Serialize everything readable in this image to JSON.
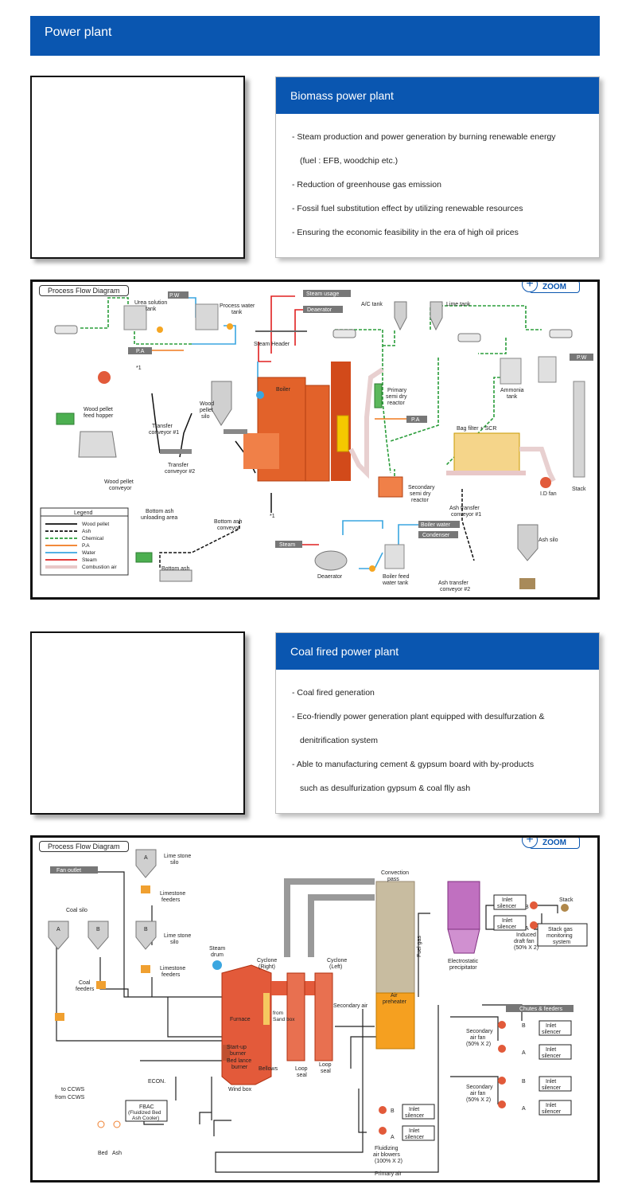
{
  "header": {
    "title": "Power plant"
  },
  "biomass": {
    "heading": "Biomass power plant",
    "bullets": [
      "- Steam production and power generation by burning renewable energy",
      "(fuel : EFB, woodchip etc.)",
      "- Reduction of greenhouse gas emission",
      "- Fossil fuel substitution effect by utilizing renewable resources",
      "- Ensuring the economic feasibility in the era of high oil prices"
    ],
    "diagram": {
      "label": "Process Flow Diagram",
      "zoom": "ZOOM",
      "labels": {
        "pw1": "P.W",
        "urea": "Urea solution",
        "urea2": "tank",
        "process_water": "Process water",
        "process_water2": "tank",
        "steam_usage": "Steam usage",
        "deaerator_top": "Deaerator",
        "steam_header": "Steam Header",
        "ac_tank": "A/C tank",
        "lime_tank": "Lime tank",
        "pa1": "P.A",
        "boiler": "Boiler",
        "primary": "Primary",
        "semi_dry": "semi dry",
        "reactor": "reactor",
        "ammonia": "Ammonia",
        "ammonia2": "tank",
        "pw2": "P.W",
        "pa2": "P.A",
        "bag_filter": "Bag filter + SCR",
        "wood_feed": "Wood pellet",
        "wood_feed2": "feed hopper",
        "transfer1": "Transfer",
        "transfer1b": "conveyor #1",
        "transfer2": "Transfer",
        "transfer2b": "conveyor #2",
        "wood_silo": "Wood",
        "wood_silo2": "pellet",
        "wood_silo3": "silo",
        "wood_conveyor": "Wood pellet",
        "wood_conveyor2": "conveyor",
        "secondary": "Secondary",
        "secondary2": "semi dry",
        "secondary3": "reactor",
        "id_fan": "I.D fan",
        "stack": "Stack",
        "ash_transfer1": "Ash transfer",
        "ash_transfer1b": "conveyor #1",
        "ash_silo": "Ash silo",
        "ash_transfer2": "Ash transfer",
        "ash_transfer2b": "conveyor #2",
        "bottom_unload": "Bottom ash",
        "bottom_unload2": "unloading area",
        "bottom_conv": "Bottom ash",
        "bottom_conv2": "conveyor",
        "bottom_ash": "Bottom ash",
        "boiler_water": "Boiler water",
        "condenser": "Condenser",
        "steam_in": "Steam",
        "deaerator": "Deaerator",
        "boiler_feed": "Boiler feed",
        "boiler_feed2": "water tank",
        "star1": "*1",
        "star2": "*1"
      },
      "legend": {
        "title": "Legend",
        "items": [
          "Wood pellet",
          "Ash",
          "Chemical",
          "P.A",
          "Water",
          "Steam",
          "Combustion air"
        ],
        "colors": [
          "#111111",
          "#111111",
          "#2a9d3a",
          "#f07a1e",
          "#3aa6e0",
          "#e02020",
          "#e8c8c8"
        ]
      }
    }
  },
  "coal": {
    "heading": "Coal fired power plant",
    "bullets": [
      "- Coal fired generation",
      "- Eco-friendly power generation plant equipped with desulfurzation &",
      "denitrification system",
      "- Able to manufacturing cement & gypsum board with by-products",
      "such as desulfurization gypsum & coal flly ash"
    ],
    "diagram": {
      "label": "Process Flow Diagram",
      "zoom": "ZOOM",
      "labels": {
        "fan_outlet": "Fan outlet",
        "lime_silo_top": "Lime stone",
        "lime_silo_top2": "silo",
        "limestone_feeders_top": "Limestone",
        "limestone_feeders_top2": "feeders",
        "coal_silo": "Coal silo",
        "silo_a": "A",
        "silo_b": "B",
        "lime_a": "A",
        "lime_b": "B",
        "lime_silo_b": "Lime stone",
        "lime_silo_b2": "silo",
        "limestone_feeders_b": "Limestone",
        "limestone_feeders_b2": "feeders",
        "coal_feeders": "Coal",
        "coal_feeders2": "feeders",
        "steam_drum": "Steam",
        "steam_drum2": "drum",
        "cyclone_right": "Cyclone",
        "cyclone_right2": "(Right)",
        "cyclone_left": "Cyclone",
        "cyclone_left2": "(Left)",
        "convection": "Convection",
        "convection2": "pass",
        "furnace": "Furnace",
        "sand_box": "from",
        "sand_box2": "Sand box",
        "startup": "Start-up",
        "startup2": "burner",
        "bed_lance": "Bed lance",
        "bed_lance2": "burner",
        "bellows": "Bellows",
        "wind_box": "Wind box",
        "loop_seal1": "Loop",
        "loop_seal1b": "seal",
        "loop_seal2": "Loop",
        "loop_seal2b": "seal",
        "secondary_air": "Secondary air",
        "air_preheater": "Air",
        "air_preheater2": "preheater",
        "fuel_gas": "Fuel gas",
        "esp": "Electrostatic",
        "esp2": "precipitator",
        "inlet": "Inlet",
        "silencer": "silencer",
        "stack": "Stack",
        "id_fan": "Induced",
        "id_fan2": "draft fan",
        "id_fan3": "(50% X 2)",
        "stack_mon": "Stack gas",
        "stack_mon2": "monitoring",
        "stack_mon3": "system",
        "chutes": "Chutes & feeders",
        "sec_fan": "Secondary",
        "sec_fan2": "air fan",
        "sec_fan3": "(50% X 2)",
        "econ": "ECON.",
        "to_ccws": "to CCWS",
        "from_ccws": "from CCWS",
        "fbac": "FBAC",
        "fbac2": "(Fluidized Bed",
        "fbac3": "Ash Cooler)",
        "bed": "Bed",
        "ash": "Ash",
        "fluid": "Fluidizing",
        "fluid2": "air blowers",
        "fluid3": "(100% X 2)",
        "primary_air": "Primary air",
        "a": "A",
        "b": "B"
      }
    }
  }
}
